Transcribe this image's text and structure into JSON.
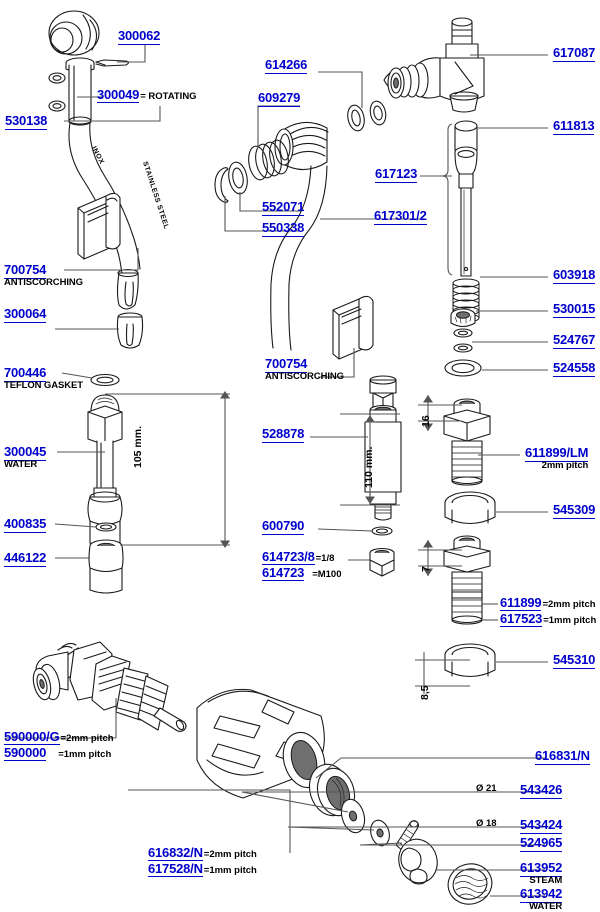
{
  "diagram": {
    "title": "Exploded parts diagram - steam and water valve assembly",
    "accent_color": "#0000CC",
    "line_color": "#555555",
    "ink_color": "#1a1a1a"
  },
  "labels": {
    "p300062": {
      "pn": "300062"
    },
    "p300049": {
      "pn": "300049",
      "eq": "= ROTATING"
    },
    "p530138": {
      "pn": "530138"
    },
    "p700754a": {
      "pn": "700754",
      "sub": "ANTISCORCHING"
    },
    "p300064": {
      "pn": "300064"
    },
    "p700446": {
      "pn": "700446",
      "sub": "TEFLON GASKET"
    },
    "p300045": {
      "pn": "300045",
      "sub": "WATER"
    },
    "p400835": {
      "pn": "400835"
    },
    "p446122": {
      "pn": "446122"
    },
    "p614266": {
      "pn": "614266"
    },
    "p609279": {
      "pn": "609279"
    },
    "p552071": {
      "pn": "552071"
    },
    "p550338": {
      "pn": "550338"
    },
    "p617301": {
      "pn": "617301/2"
    },
    "p700754b": {
      "pn": "700754",
      "sub": "ANTISCORCHING"
    },
    "p528878": {
      "pn": "528878"
    },
    "p600790": {
      "pn": "600790"
    },
    "p614723_8": {
      "pn": "614723/8",
      "eq": "=1/8"
    },
    "p614723": {
      "pn": "614723",
      "eq": "=M100"
    },
    "p617087": {
      "pn": "617087"
    },
    "p611813": {
      "pn": "611813"
    },
    "p617123": {
      "pn": "617123"
    },
    "p603918": {
      "pn": "603918"
    },
    "p530015": {
      "pn": "530015"
    },
    "p524767": {
      "pn": "524767"
    },
    "p524558": {
      "pn": "524558"
    },
    "p611899LM": {
      "pn": "611899/LM",
      "sub": "2mm pitch"
    },
    "p545309": {
      "pn": "545309"
    },
    "p611899": {
      "pn": "611899",
      "eq": "=2mm pitch"
    },
    "p617523": {
      "pn": "617523",
      "eq": "=1mm pitch"
    },
    "p545310": {
      "pn": "545310"
    },
    "p590000G": {
      "pn": "590000/G",
      "eq": "=2mm pitch"
    },
    "p590000": {
      "pn": "590000",
      "eq": "=1mm pitch"
    },
    "p616832N": {
      "pn": "616832/N",
      "eq": "=2mm pitch"
    },
    "p617528N": {
      "pn": "617528/N",
      "eq": "=1mm pitch"
    },
    "p616831N": {
      "pn": "616831/N"
    },
    "p543426": {
      "pn": "543426",
      "eq": "Ø 21"
    },
    "p543424": {
      "pn": "543424",
      "eq": "Ø 18"
    },
    "p524965": {
      "pn": "524965"
    },
    "p613952": {
      "pn": "613952",
      "sub": "STEAM"
    },
    "p613942": {
      "pn": "613942",
      "sub": "WATER"
    }
  },
  "dimensions": {
    "d105": "105 mm.",
    "d110": "110 mm.",
    "d16": "16",
    "d7": "7",
    "d85": "8,5"
  },
  "materials": {
    "inox": "INOX",
    "stainless": "STAINLESS STEEL"
  }
}
